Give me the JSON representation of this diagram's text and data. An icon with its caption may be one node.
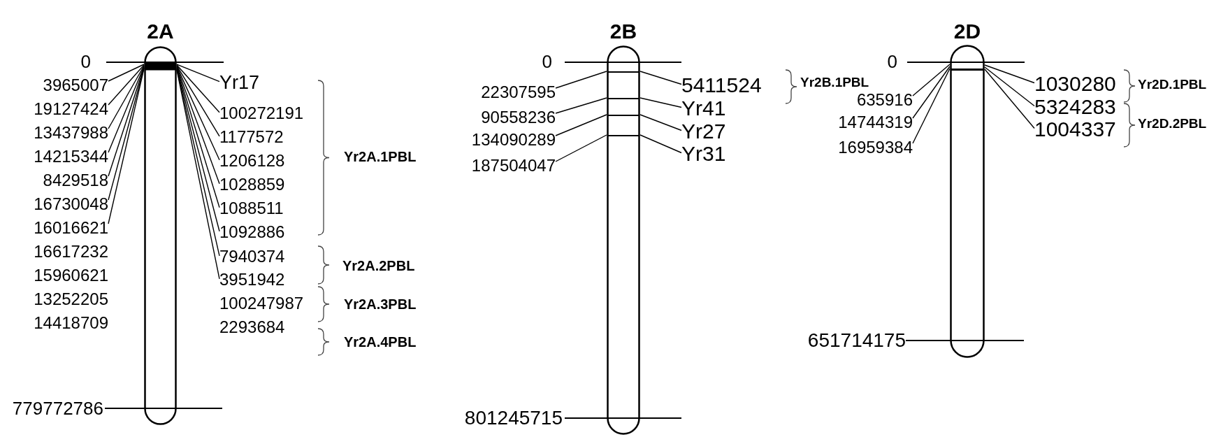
{
  "diagram": {
    "nodes": [
      {
        "text": [
          "2A"
        ]
      },
      {
        "text": [
          "3965007"
        ]
      },
      {
        "text": [
          "19127424"
        ]
      },
      {
        "text": [
          "13437988"
        ]
      },
      {
        "text": [
          "14215344"
        ]
      },
      {
        "text": [
          "8429518"
        ]
      },
      {
        "text": [
          "16730048"
        ]
      },
      {
        "text": [
          "16016621"
        ]
      },
      {
        "text": [
          "Yr17"
        ]
      },
      {
        "text": [
          "100272191"
        ]
      },
      {
        "text": [
          "1177572"
        ]
      },
      {
        "text": [
          "1206128"
        ]
      },
      {
        "text": [
          "1028859"
        ]
      },
      {
        "text": [
          "1088511"
        ]
      },
      {
        "text": [
          "1092886"
        ]
      },
      {
        "text": [
          "7940374"
        ]
      },
      {
        "text": [
          "3951942"
        ]
      },
      {
        "text": [
          "2B"
        ]
      },
      {
        "text": [
          "22307595"
        ]
      },
      {
        "text": [
          "90558236"
        ]
      },
      {
        "text": [
          "134090289"
        ]
      },
      {
        "text": [
          "187504047"
        ]
      },
      {
        "text": [
          "5411524"
        ]
      },
      {
        "text": [
          "Yr41"
        ]
      },
      {
        "text": [
          "Yr27"
        ]
      },
      {
        "text": [
          "Yr31"
        ]
      },
      {
        "text": [
          "2D"
        ]
      },
      {
        "text": [
          "635916"
        ]
      },
      {
        "text": [
          "14744319"
        ]
      },
      {
        "text": [
          "16959384"
        ]
      },
      {
        "text": [
          "1030280"
        ]
      },
      {
        "text": [
          "5324283"
        ]
      },
      {
        "text": [
          "1004337"
        ]
      }
    ],
    "edges": [
      {
        "from": 1,
        "to": 0,
        "arrow": "none"
      },
      {
        "from": 2,
        "to": 0,
        "arrow": "none"
      },
      {
        "from": 3,
        "to": 0,
        "arrow": "none"
      },
      {
        "from": 4,
        "to": 0,
        "arrow": "none"
      },
      {
        "from": 5,
        "to": 0,
        "arrow": "none"
      },
      {
        "from": 6,
        "to": 0,
        "arrow": "none"
      },
      {
        "from": 7,
        "to": 0,
        "arrow": "none"
      },
      {
        "from": 8,
        "to": 0,
        "arrow": "none"
      },
      {
        "from": 9,
        "to": 0,
        "arrow": "none"
      },
      {
        "from": 10,
        "to": 0,
        "arrow": "none"
      },
      {
        "from": 11,
        "to": 0,
        "arrow": "none"
      },
      {
        "from": 12,
        "to": 0,
        "arrow": "none"
      },
      {
        "from": 13,
        "to": 0,
        "arrow": "none"
      },
      {
        "from": 14,
        "to": 0,
        "arrow": "none"
      },
      {
        "from": 15,
        "to": 0,
        "arrow": "none"
      },
      {
        "from": 16,
        "to": 0,
        "arrow": "none"
      },
      {
        "from": 18,
        "to": 17,
        "arrow": "none"
      },
      {
        "from": 19,
        "to": 17,
        "arrow": "none"
      },
      {
        "from": 20,
        "to": 17,
        "arrow": "none"
      },
      {
        "from": 21,
        "to": 17,
        "arrow": "none"
      },
      {
        "from": 22,
        "to": 17,
        "arrow": "none"
      },
      {
        "from": 23,
        "to": 17,
        "arrow": "none"
      },
      {
        "from": 24,
        "to": 17,
        "arrow": "none"
      },
      {
        "from": 25,
        "to": 17,
        "arrow": "none"
      },
      {
        "from": 27,
        "to": 26,
        "arrow": "none"
      },
      {
        "from": 28,
        "to": 26,
        "arrow": "none"
      },
      {
        "from": 29,
        "to": 26,
        "arrow": "none"
      },
      {
        "from": 30,
        "to": 26,
        "arrow": "none"
      },
      {
        "from": 31,
        "to": 26,
        "arrow": "none"
      },
      {
        "from": 32,
        "to": 26,
        "arrow": "none"
      }
    ],
    "labels": [
      "0",
      "16617232",
      "15960621",
      "13252205",
      "14418709",
      "100247987",
      "2293684",
      "Yr2A.1PBL",
      "Yr2A.2PBL",
      "Yr2A.3PBL",
      "Yr2A.4PBL",
      "779772786",
      "0",
      "Yr2B.1PBL",
      "801245715",
      "0",
      "Yr2D.1PBL",
      "Yr2D.2PBL",
      "651714175"
    ]
  }
}
